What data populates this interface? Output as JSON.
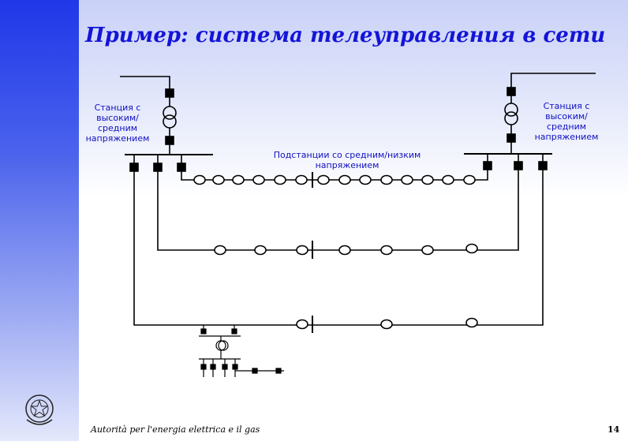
{
  "title": "Пример: система телеуправления в сети",
  "station_left_label": "Станция с высоким/ средним напряжением",
  "station_right_label": "Станция с высоким/ средним напряжением",
  "substation_label": "Подстанции со средним/низким напряжением",
  "footer_text": "Autorità per l'energia elettrica e il gas",
  "page_number": "14",
  "colors": {
    "title": "#1414d8",
    "labels": "#1010c0",
    "sidebar_top": "#1f37e8",
    "line": "#000000"
  },
  "icons": [
    "emblem-icon",
    "transformer-icon",
    "switch-icon",
    "open-point-icon"
  ]
}
